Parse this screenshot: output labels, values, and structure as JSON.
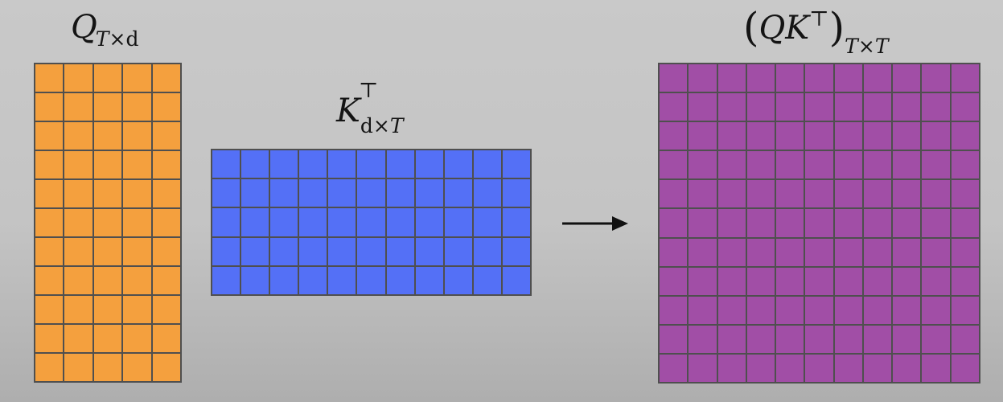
{
  "matrices": {
    "q": {
      "rows": 11,
      "cols": 5,
      "color": "#f4a03e"
    },
    "k": {
      "rows": 5,
      "cols": 11,
      "color": "#5470f6"
    },
    "qk": {
      "rows": 11,
      "cols": 11,
      "color": "#a14ea6"
    },
    "grid_color": "#4f4f4f"
  },
  "labels": {
    "q": {
      "main": "Q",
      "sub_left": "T",
      "times": "×",
      "sub_right": "d"
    },
    "k": {
      "main": "K",
      "sup": "⊤",
      "sub_left": "d",
      "times": "×",
      "sub_right": "T"
    },
    "qk": {
      "open": "(",
      "inner": "QK",
      "sup": "⊤",
      "close": ")",
      "sub_left": "T",
      "times": "×",
      "sub_right": "T"
    }
  },
  "arrow": {
    "icon": "right-arrow-icon"
  }
}
